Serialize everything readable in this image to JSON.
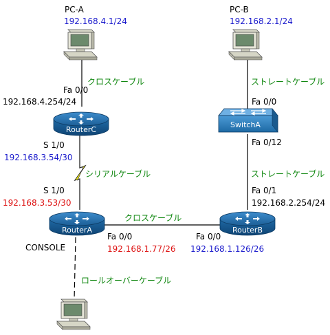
{
  "pc_a": {
    "name": "PC-A",
    "ip": "192.168.4.1/24"
  },
  "pc_b": {
    "name": "PC-B",
    "ip": "192.168.2.1/24"
  },
  "router_c": {
    "name": "RouterC",
    "fa_port": "Fa 0/0",
    "fa_ip": "192.168.4.254/24",
    "s_port": "S 1/0",
    "s_ip": "192.168.3.54/30"
  },
  "router_a": {
    "name": "RouterA",
    "s_port": "S 1/0",
    "s_ip": "192.168.3.53/30",
    "fa_port": "Fa 0/0",
    "fa_ip": "192.168.1.77/26",
    "console": "CONSOLE"
  },
  "router_b": {
    "name": "RouterB",
    "fa0_port": "Fa 0/0",
    "fa0_ip": "192.168.1.126/26",
    "fa1_port": "Fa 0/1",
    "fa1_ip": "192.168.2.254/24"
  },
  "switch_a": {
    "name": "SwitchA",
    "port_top": "Fa 0/0",
    "port_bottom": "Fa 0/12"
  },
  "cables": {
    "pca_routerc": "クロスケーブル",
    "serial": "シリアルケーブル",
    "routera_routerb": "クロスケーブル",
    "pcb_switch": "ストレートケーブル",
    "switch_routerb": "ストレートケーブル",
    "rollover": "ロールオーバーケーブル"
  },
  "colors": {
    "ip_blue": "#1a1acc",
    "ip_red": "#dd1111",
    "cable_green": "#118811",
    "router_blue": "#1f6fa8",
    "switch_blue": "#2c7fb8"
  }
}
